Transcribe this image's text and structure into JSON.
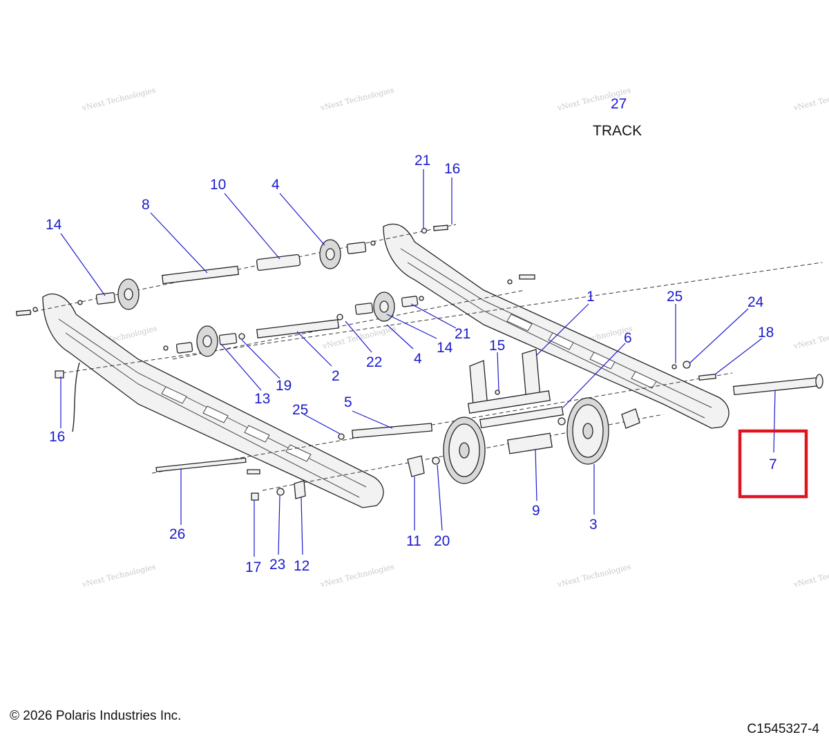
{
  "diagram": {
    "track_label": "TRACK",
    "drawing_id": "C1545327-4",
    "copyright": "© 2026 Polaris Industries Inc.",
    "watermark": {
      "line1": "vNext Technologies",
      "line2": "Technologies",
      "line3": "vNext"
    },
    "highlight_color": "#e0141e",
    "callout_color": "#1a1acc",
    "callouts": [
      {
        "id": "c27",
        "label": "27"
      },
      {
        "id": "c21a",
        "label": "21"
      },
      {
        "id": "c16a",
        "label": "16"
      },
      {
        "id": "c10",
        "label": "10"
      },
      {
        "id": "c4a",
        "label": "4"
      },
      {
        "id": "c8",
        "label": "8"
      },
      {
        "id": "c14a",
        "label": "14"
      },
      {
        "id": "c1",
        "label": "1"
      },
      {
        "id": "c25a",
        "label": "25"
      },
      {
        "id": "c24",
        "label": "24"
      },
      {
        "id": "c21b",
        "label": "21"
      },
      {
        "id": "c14b",
        "label": "14"
      },
      {
        "id": "c4b",
        "label": "4"
      },
      {
        "id": "c22",
        "label": "22"
      },
      {
        "id": "c15",
        "label": "15"
      },
      {
        "id": "c6",
        "label": "6"
      },
      {
        "id": "c18",
        "label": "18"
      },
      {
        "id": "c2",
        "label": "2"
      },
      {
        "id": "c19",
        "label": "19"
      },
      {
        "id": "c13",
        "label": "13"
      },
      {
        "id": "c16b",
        "label": "16"
      },
      {
        "id": "c5",
        "label": "5"
      },
      {
        "id": "c25b",
        "label": "25"
      },
      {
        "id": "c7",
        "label": "7"
      },
      {
        "id": "c26",
        "label": "26"
      },
      {
        "id": "c9",
        "label": "9"
      },
      {
        "id": "c3",
        "label": "3"
      },
      {
        "id": "c11",
        "label": "11"
      },
      {
        "id": "c20",
        "label": "20"
      },
      {
        "id": "c17",
        "label": "17"
      },
      {
        "id": "c23",
        "label": "23"
      },
      {
        "id": "c12",
        "label": "12"
      }
    ]
  }
}
